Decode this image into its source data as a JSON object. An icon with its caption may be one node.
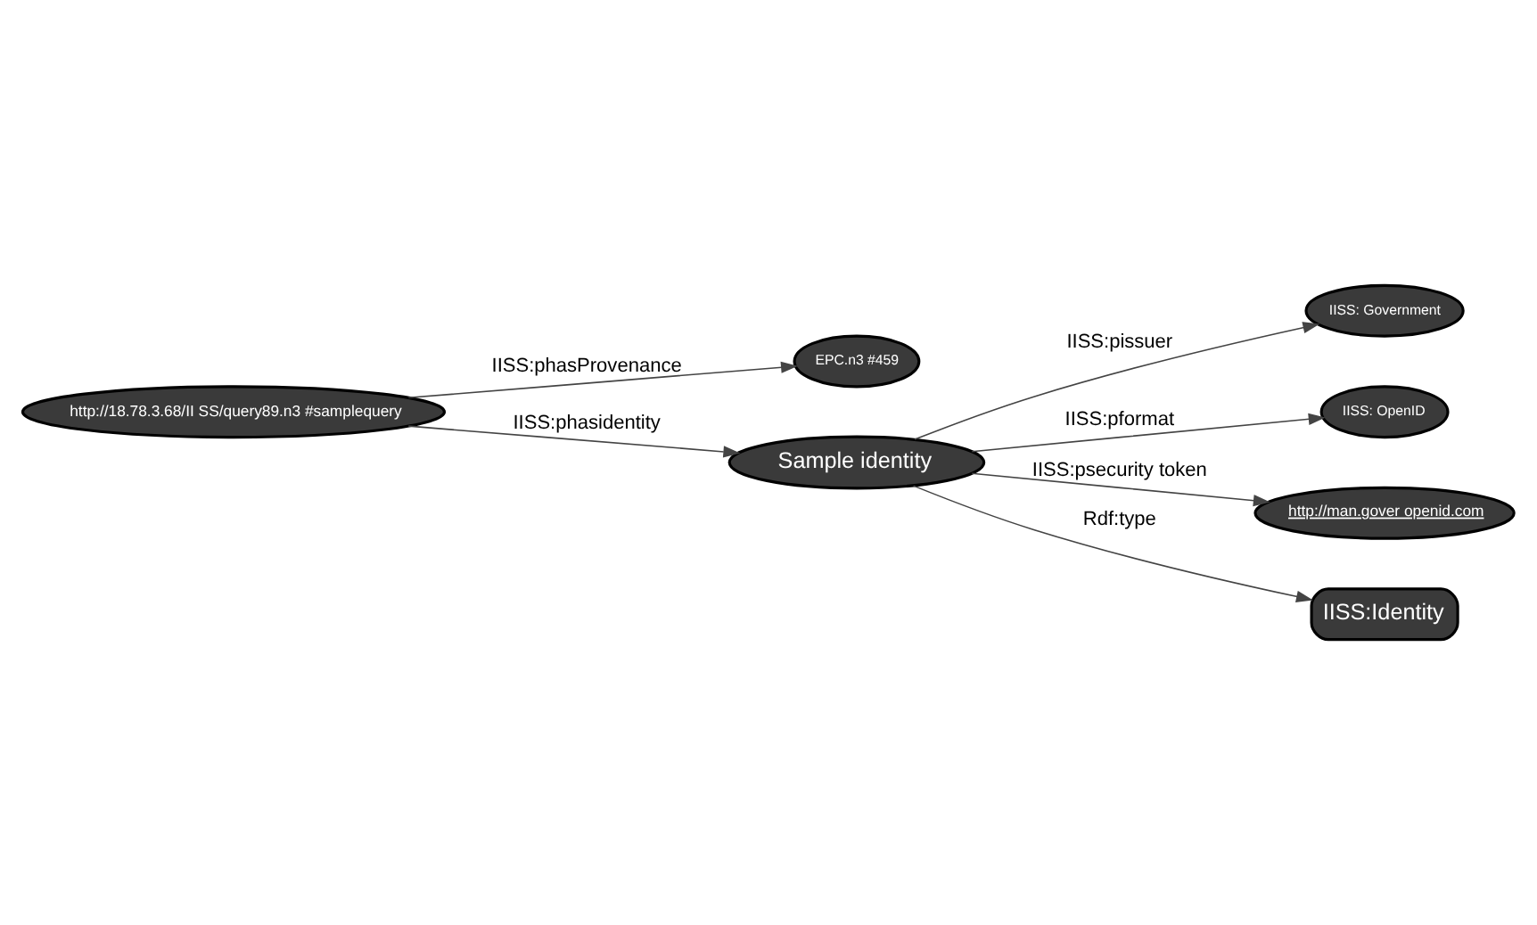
{
  "diagram": {
    "nodes": [
      {
        "text": [
          "http://18.78.3.68/II SS/query89.n3 #samplequery"
        ]
      },
      {
        "text": [
          "IISS: Government"
        ]
      },
      {
        "text": [
          "EPC.n3 #459"
        ]
      },
      {
        "text": [
          "Sample identity"
        ]
      },
      {
        "text": [
          "IISS: OpenID"
        ]
      },
      {
        "text": [
          "http://man.gover openid.com"
        ]
      },
      {
        "text": [
          "IISS:Identity"
        ]
      }
    ],
    "edges": [
      {
        "from": 0,
        "to": 2,
        "arrow": "to",
        "label": "IISS:phasProvenance"
      },
      {
        "from": 0,
        "to": 3,
        "arrow": "to",
        "label": "IISS:phasidentity"
      },
      {
        "from": 3,
        "to": 1,
        "arrow": "to",
        "label": "IISS:pissuer"
      },
      {
        "from": 3,
        "to": 4,
        "arrow": "to",
        "label": "IISS:pformat"
      },
      {
        "from": 3,
        "to": 5,
        "arrow": "to",
        "label": "IISS:psecurity token"
      },
      {
        "from": 3,
        "to": 6,
        "arrow": "to",
        "label": "Rdf:type"
      }
    ]
  }
}
